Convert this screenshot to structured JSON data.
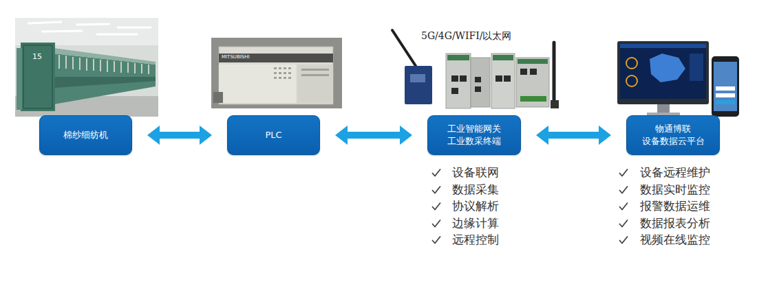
{
  "diagram": {
    "nodes": [
      {
        "text": [
          "棉纱细纺机"
        ]
      },
      {
        "text": [
          "PLC"
        ]
      },
      {
        "text": [
          "工业智能网关 工业数采终端"
        ]
      },
      {
        "text": [
          "物通博联 设备数据云平台"
        ]
      }
    ],
    "edges": [
      {
        "from": 0,
        "to": 1,
        "arrow": "both"
      },
      {
        "from": 1,
        "to": 2,
        "arrow": "both"
      },
      {
        "from": 2,
        "to": 3,
        "arrow": "both"
      }
    ],
    "labels": [
      "5G/4G/WIFI/以太网",
      "设备联网",
      "数据采集",
      "协议解析",
      "边缘计算",
      "远程控制",
      "设备远程维护",
      "数据实时监控",
      "报警数据运维",
      "数据报表分析",
      "视频在线监控",
      "MITSUBISHI",
      "15"
    ]
  }
}
